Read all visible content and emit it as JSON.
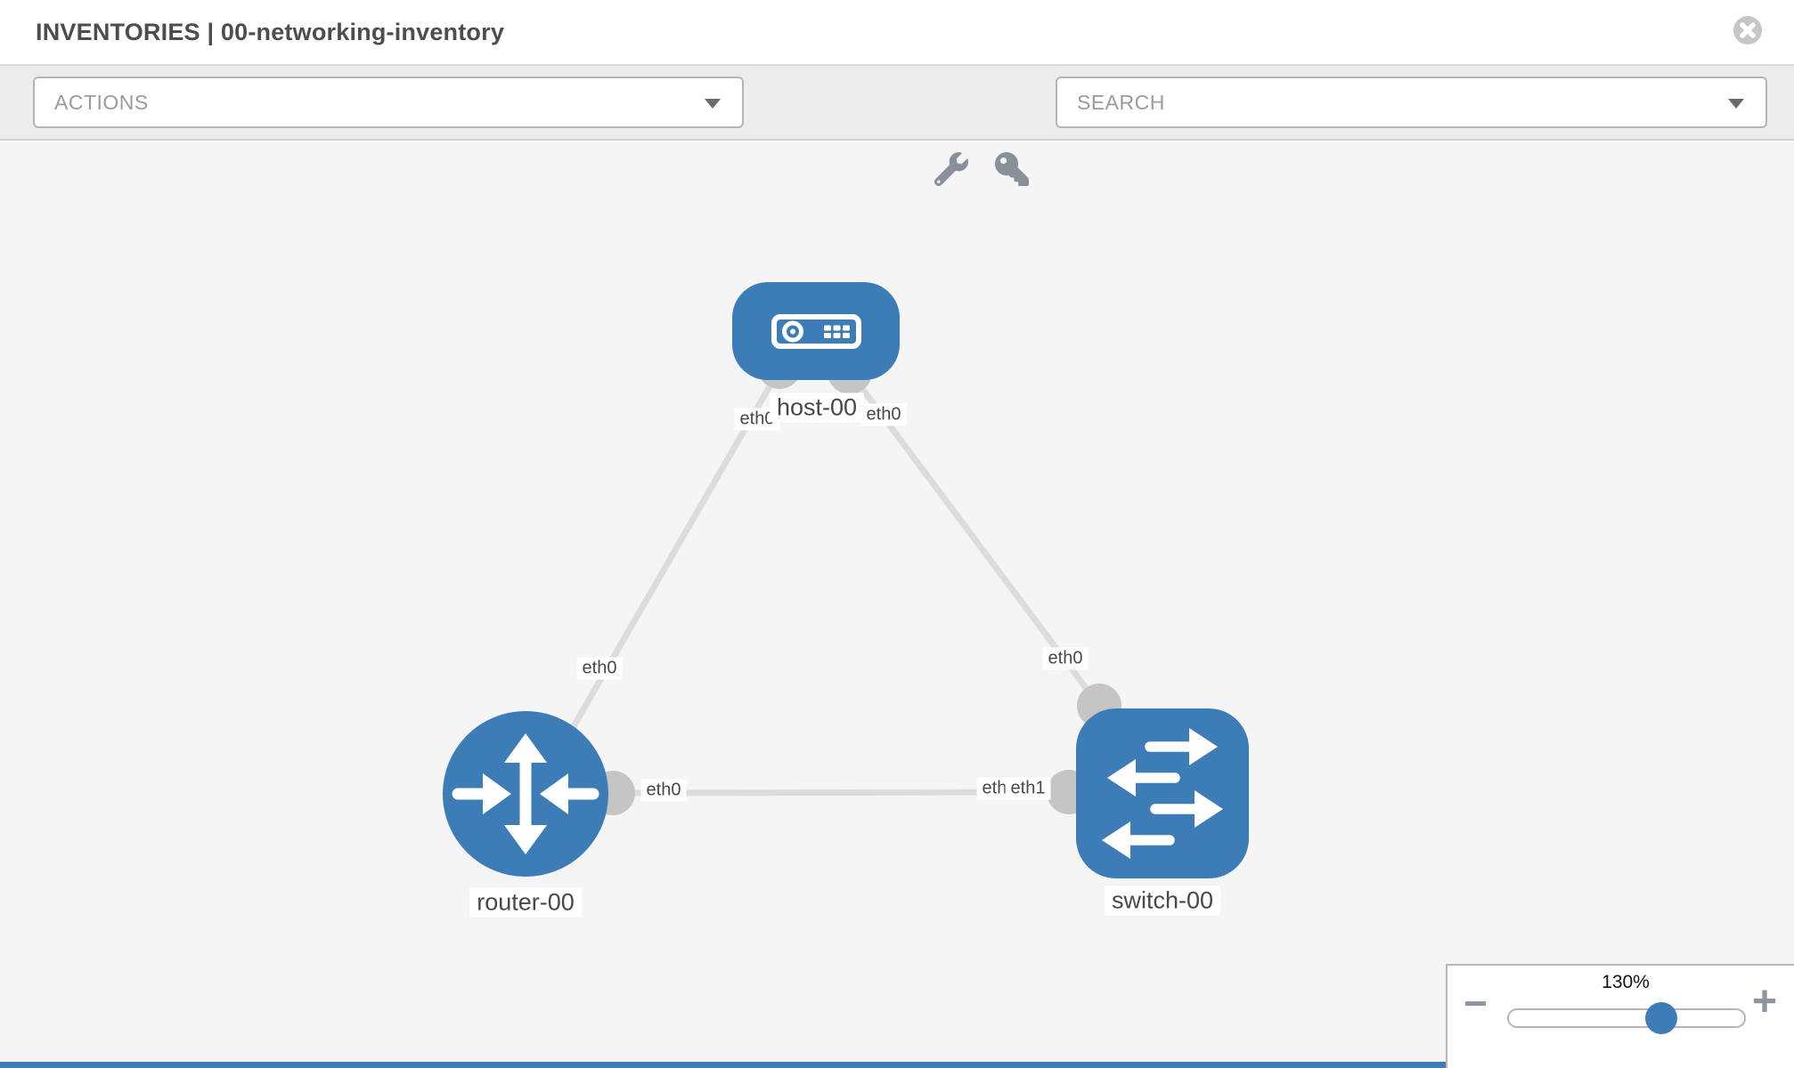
{
  "header": {
    "title": "INVENTORIES | 00-networking-inventory"
  },
  "toolbar": {
    "actions_label": "ACTIONS",
    "search_label": "SEARCH",
    "icons": [
      "wrench-icon",
      "key-icon"
    ]
  },
  "diagram": {
    "nodes": [
      {
        "id": "host-00",
        "type": "host",
        "label": "host-00"
      },
      {
        "id": "router-00",
        "type": "router",
        "label": "router-00"
      },
      {
        "id": "switch-00",
        "type": "switch",
        "label": "switch-00"
      }
    ],
    "links": [
      {
        "from": "host-00",
        "from_interface": "eth0",
        "to": "router-00",
        "to_interface": "eth0"
      },
      {
        "from": "host-00",
        "from_interface": "eth0",
        "to": "switch-00",
        "to_interface": "eth0"
      },
      {
        "from": "router-00",
        "from_interface": "eth0",
        "to": "switch-00",
        "to_interface": "eth1"
      }
    ]
  },
  "zoom_control": {
    "value": "130%",
    "minus_label": "−",
    "plus_label": "+"
  },
  "colors": {
    "node_blue": "#3c7cb7",
    "link_gray": "#dcdcdc",
    "port_gray": "#c5c5c5",
    "canvas_bg": "#f5f5f6",
    "toolbar_bg": "#ececec"
  }
}
